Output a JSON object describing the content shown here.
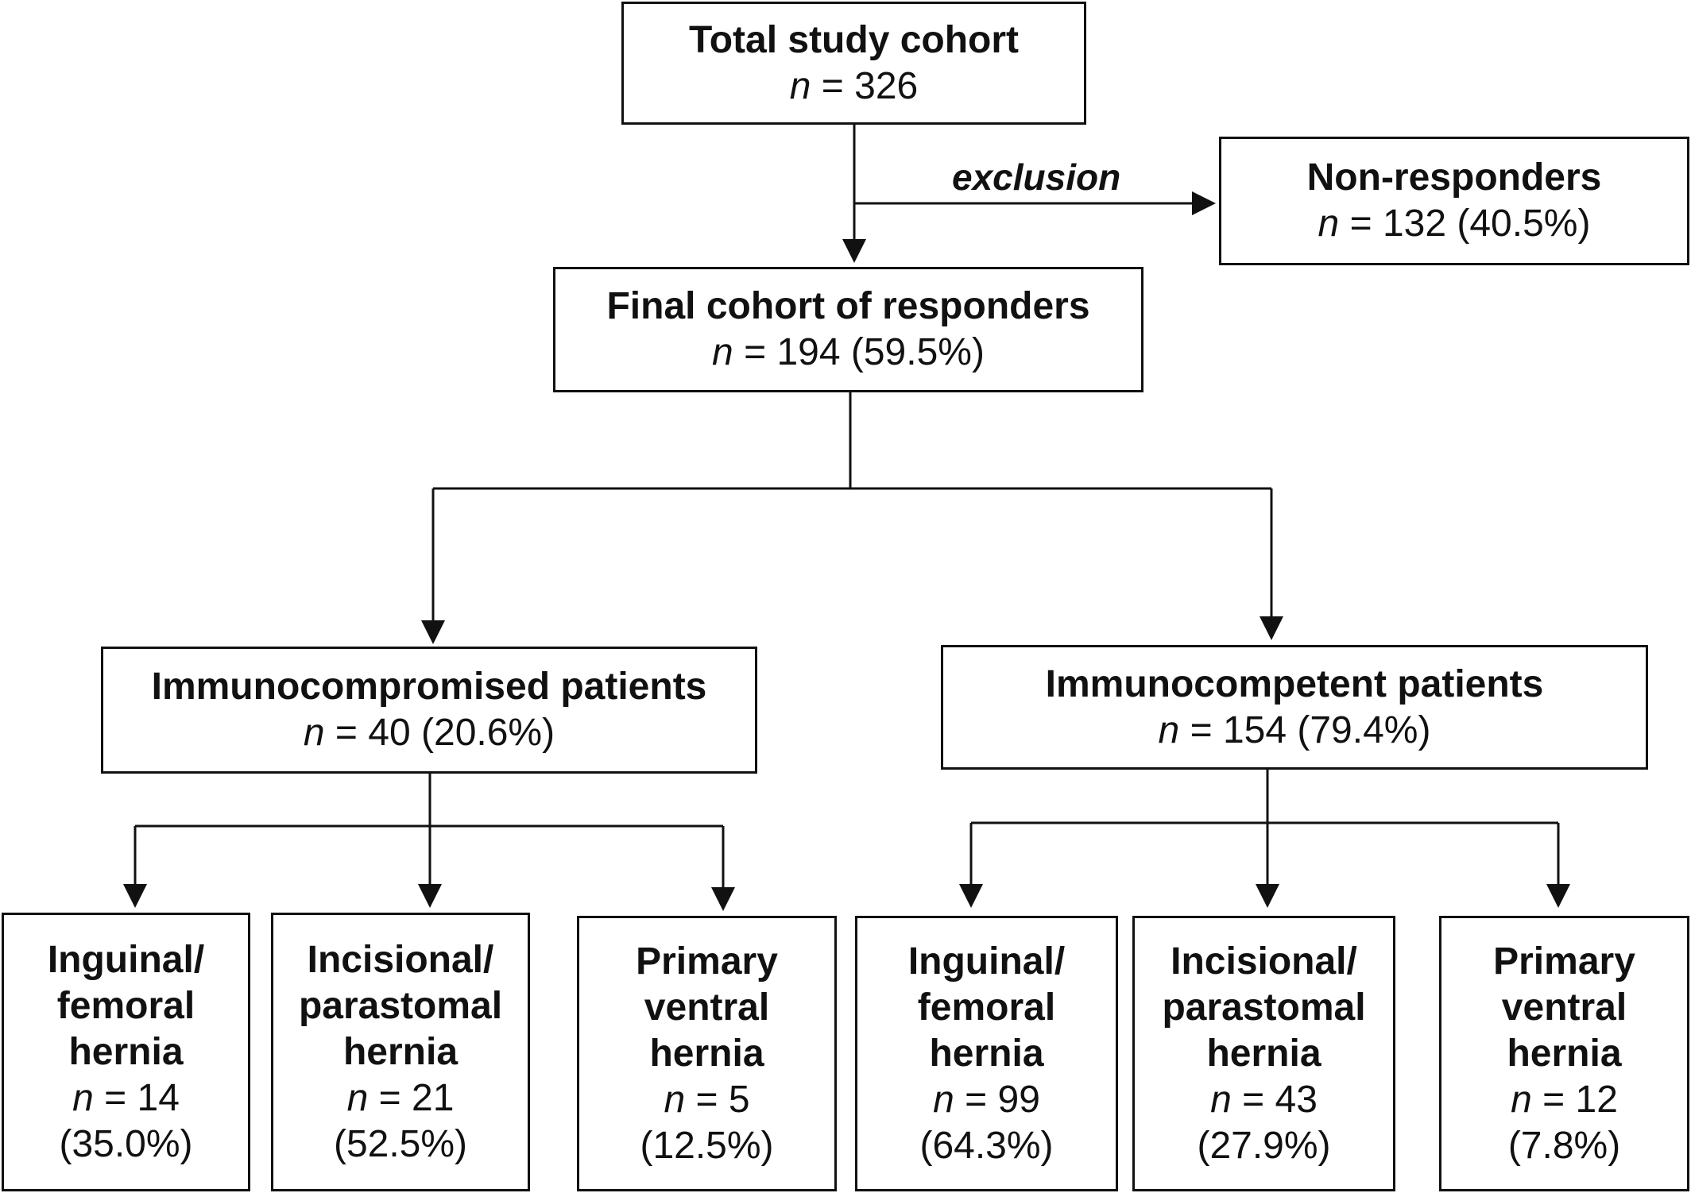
{
  "total": {
    "title": "Total study cohort",
    "n_symbol": "n",
    "count": " = 326"
  },
  "exclusion_label": "exclusion",
  "non_responders": {
    "title": "Non-responders",
    "n_symbol": "n",
    "count": " = 132 (40.5%)"
  },
  "final": {
    "title": "Final cohort of responders",
    "n_symbol": "n",
    "count": " = 194 (59.5%)"
  },
  "immunocompromised": {
    "title": "Immunocompromised patients",
    "n_symbol": "n",
    "count": " = 40 (20.6%)",
    "leaves": [
      {
        "line1": "Inguinal/",
        "line2": "femoral",
        "line3": "hernia",
        "n_symbol": "n",
        "count": " = 14",
        "pct": "(35.0%)"
      },
      {
        "line1": "Incisional/",
        "line2": "parastomal",
        "line3": "hernia",
        "n_symbol": "n",
        "count": " = 21",
        "pct": "(52.5%)"
      },
      {
        "line1": "Primary",
        "line2": "ventral",
        "line3": "hernia",
        "n_symbol": "n",
        "count": " = 5",
        "pct": "(12.5%)"
      }
    ]
  },
  "immunocompetent": {
    "title": "Immunocompetent patients",
    "n_symbol": "n",
    "count": " = 154 (79.4%)",
    "leaves": [
      {
        "line1": "Inguinal/",
        "line2": "femoral",
        "line3": "hernia",
        "n_symbol": "n",
        "count": " = 99",
        "pct": "(64.3%)"
      },
      {
        "line1": "Incisional/",
        "line2": "parastomal",
        "line3": "hernia",
        "n_symbol": "n",
        "count": " = 43",
        "pct": "(27.9%)"
      },
      {
        "line1": "Primary",
        "line2": "ventral",
        "line3": "hernia",
        "n_symbol": "n",
        "count": " = 12",
        "pct": "(7.8%)"
      }
    ]
  },
  "colors": {
    "stroke": "#111111",
    "background": "#ffffff"
  }
}
